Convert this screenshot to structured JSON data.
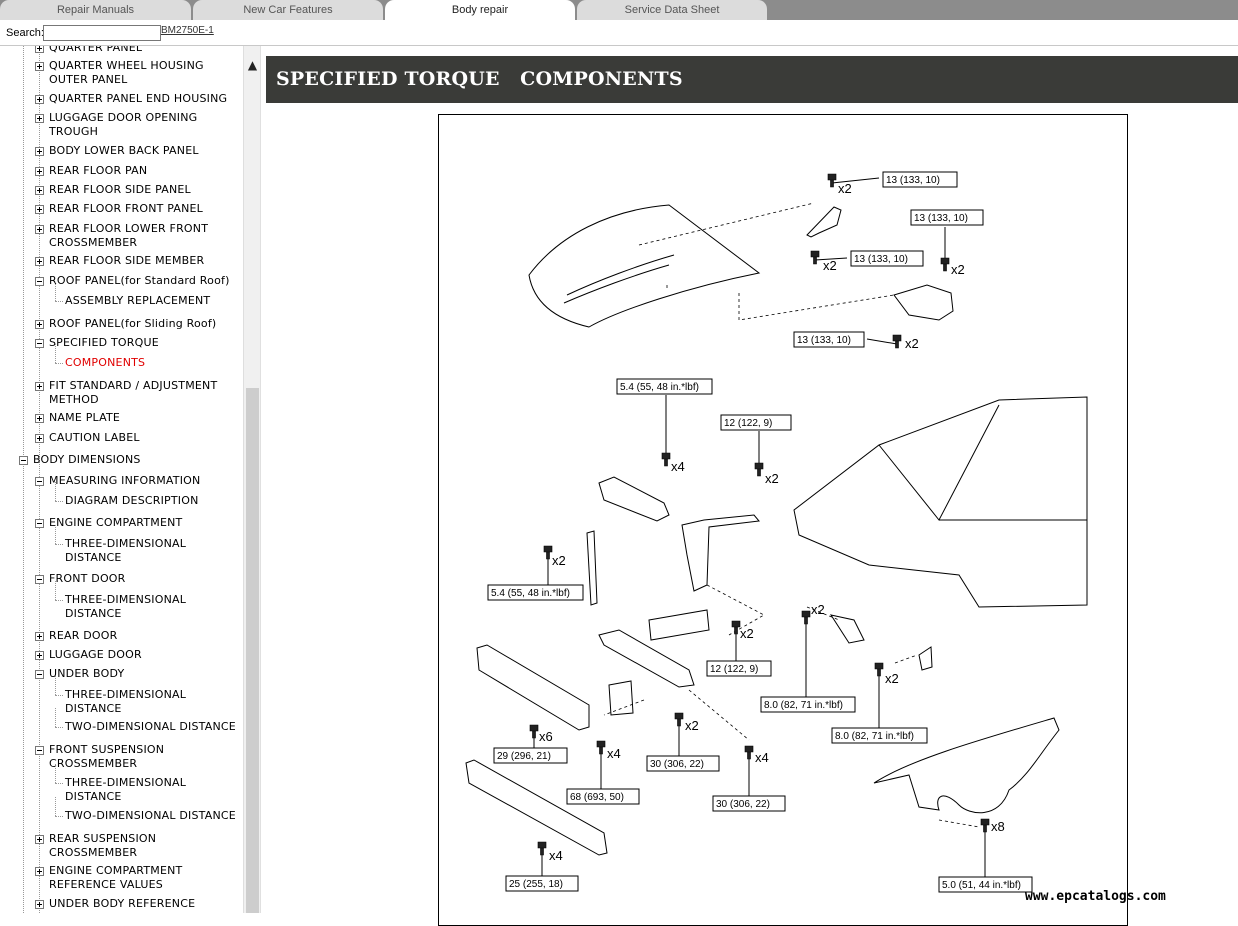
{
  "tabs": [
    {
      "label": "Repair Manuals",
      "active": false
    },
    {
      "label": "New Car Features",
      "active": false
    },
    {
      "label": "Body repair",
      "active": true
    },
    {
      "label": "Service Data Sheet",
      "active": false
    }
  ],
  "search": {
    "label": "Search:",
    "value": "",
    "doc_code": "BM2750E-1"
  },
  "tree": [
    {
      "label": "QUARTER PANEL",
      "level": 2
    },
    {
      "label": "QUARTER WHEEL HOUSING OUTER PANEL",
      "level": 2
    },
    {
      "label": "QUARTER PANEL END HOUSING",
      "level": 2
    },
    {
      "label": "LUGGAGE DOOR OPENING TROUGH",
      "level": 2
    },
    {
      "label": "BODY LOWER BACK PANEL",
      "level": 2
    },
    {
      "label": "REAR FLOOR PAN",
      "level": 2
    },
    {
      "label": "REAR FLOOR SIDE PANEL",
      "level": 2
    },
    {
      "label": "REAR FLOOR FRONT PANEL",
      "level": 2
    },
    {
      "label": "REAR FLOOR LOWER FRONT CROSSMEMBER",
      "level": 2
    },
    {
      "label": "REAR FLOOR SIDE MEMBER",
      "level": 2
    },
    {
      "label": "ROOF PANEL(for Standard Roof)",
      "level": 2
    },
    {
      "label": "ASSEMBLY REPLACEMENT",
      "level": 3
    },
    {
      "label": "ROOF PANEL(for Sliding Roof)",
      "level": 2
    },
    {
      "label": "SPECIFIED TORQUE",
      "level": 2
    },
    {
      "label": "COMPONENTS",
      "level": 3
    },
    {
      "label": "FIT STANDARD / ADJUSTMENT METHOD",
      "level": 2
    },
    {
      "label": "NAME PLATE",
      "level": 2
    },
    {
      "label": "CAUTION LABEL",
      "level": 2
    },
    {
      "label": "BODY DIMENSIONS",
      "level": 1
    },
    {
      "label": "MEASURING INFORMATION",
      "level": 2
    },
    {
      "label": "DIAGRAM DESCRIPTION",
      "level": 3
    },
    {
      "label": "ENGINE COMPARTMENT",
      "level": 2
    },
    {
      "label": "THREE-DIMENSIONAL DISTANCE",
      "level": 3
    },
    {
      "label": "FRONT DOOR",
      "level": 2
    },
    {
      "label": "THREE-DIMENSIONAL DISTANCE",
      "level": 3
    },
    {
      "label": "REAR DOOR",
      "level": 2
    },
    {
      "label": "LUGGAGE DOOR",
      "level": 2
    },
    {
      "label": "UNDER BODY",
      "level": 2
    },
    {
      "label": "THREE-DIMENSIONAL DISTANCE",
      "level": 3
    },
    {
      "label": "TWO-DIMENSIONAL DISTANCE",
      "level": 3
    },
    {
      "label": "FRONT SUSPENSION CROSSMEMBER",
      "level": 2
    },
    {
      "label": "THREE-DIMENSIONAL DISTANCE",
      "level": 3
    },
    {
      "label": "TWO-DIMENSIONAL DISTANCE",
      "level": 3
    },
    {
      "label": "REAR SUSPENSION CROSSMEMBER",
      "level": 2
    },
    {
      "label": "ENGINE COMPARTMENT REFERENCE VALUES",
      "level": 2
    },
    {
      "label": "UNDER BODY REFERENCE VALUES",
      "level": 2
    }
  ],
  "tree_icons": [
    "plus-box",
    "minus-box",
    "dotted-leaf"
  ],
  "page": {
    "title": "SPECIFIED TORQUE   COMPONENTS"
  },
  "diagram": {
    "torque_labels": [
      "13 (133, 10)",
      "13 (133, 10)",
      "13 (133, 10)",
      "13 (133, 10)",
      "5.4 (55, 48 in.*lbf)",
      "12 (122, 9)",
      "5.4 (55, 48 in.*lbf)",
      "12 (122, 9)",
      "8.0 (82, 71 in.*lbf)",
      "8.0 (82, 71 in.*lbf)",
      "29 (296, 21)",
      "68 (693, 50)",
      "30 (306, 22)",
      "30 (306, 22)",
      "25 (255, 18)",
      "5.0 (51, 44 in.*lbf)"
    ],
    "quantities": [
      "x2",
      "x2",
      "x2",
      "x2",
      "x4",
      "x2",
      "x2",
      "x2",
      "x2",
      "x2",
      "x6",
      "x4",
      "x2",
      "x4",
      "x4",
      "x8"
    ]
  },
  "watermark": "www.epcatalogs.com",
  "colors": {
    "title_bar": "#3a3b38",
    "active_node": "#e00000",
    "tab_bar": "#8c8c8c"
  }
}
